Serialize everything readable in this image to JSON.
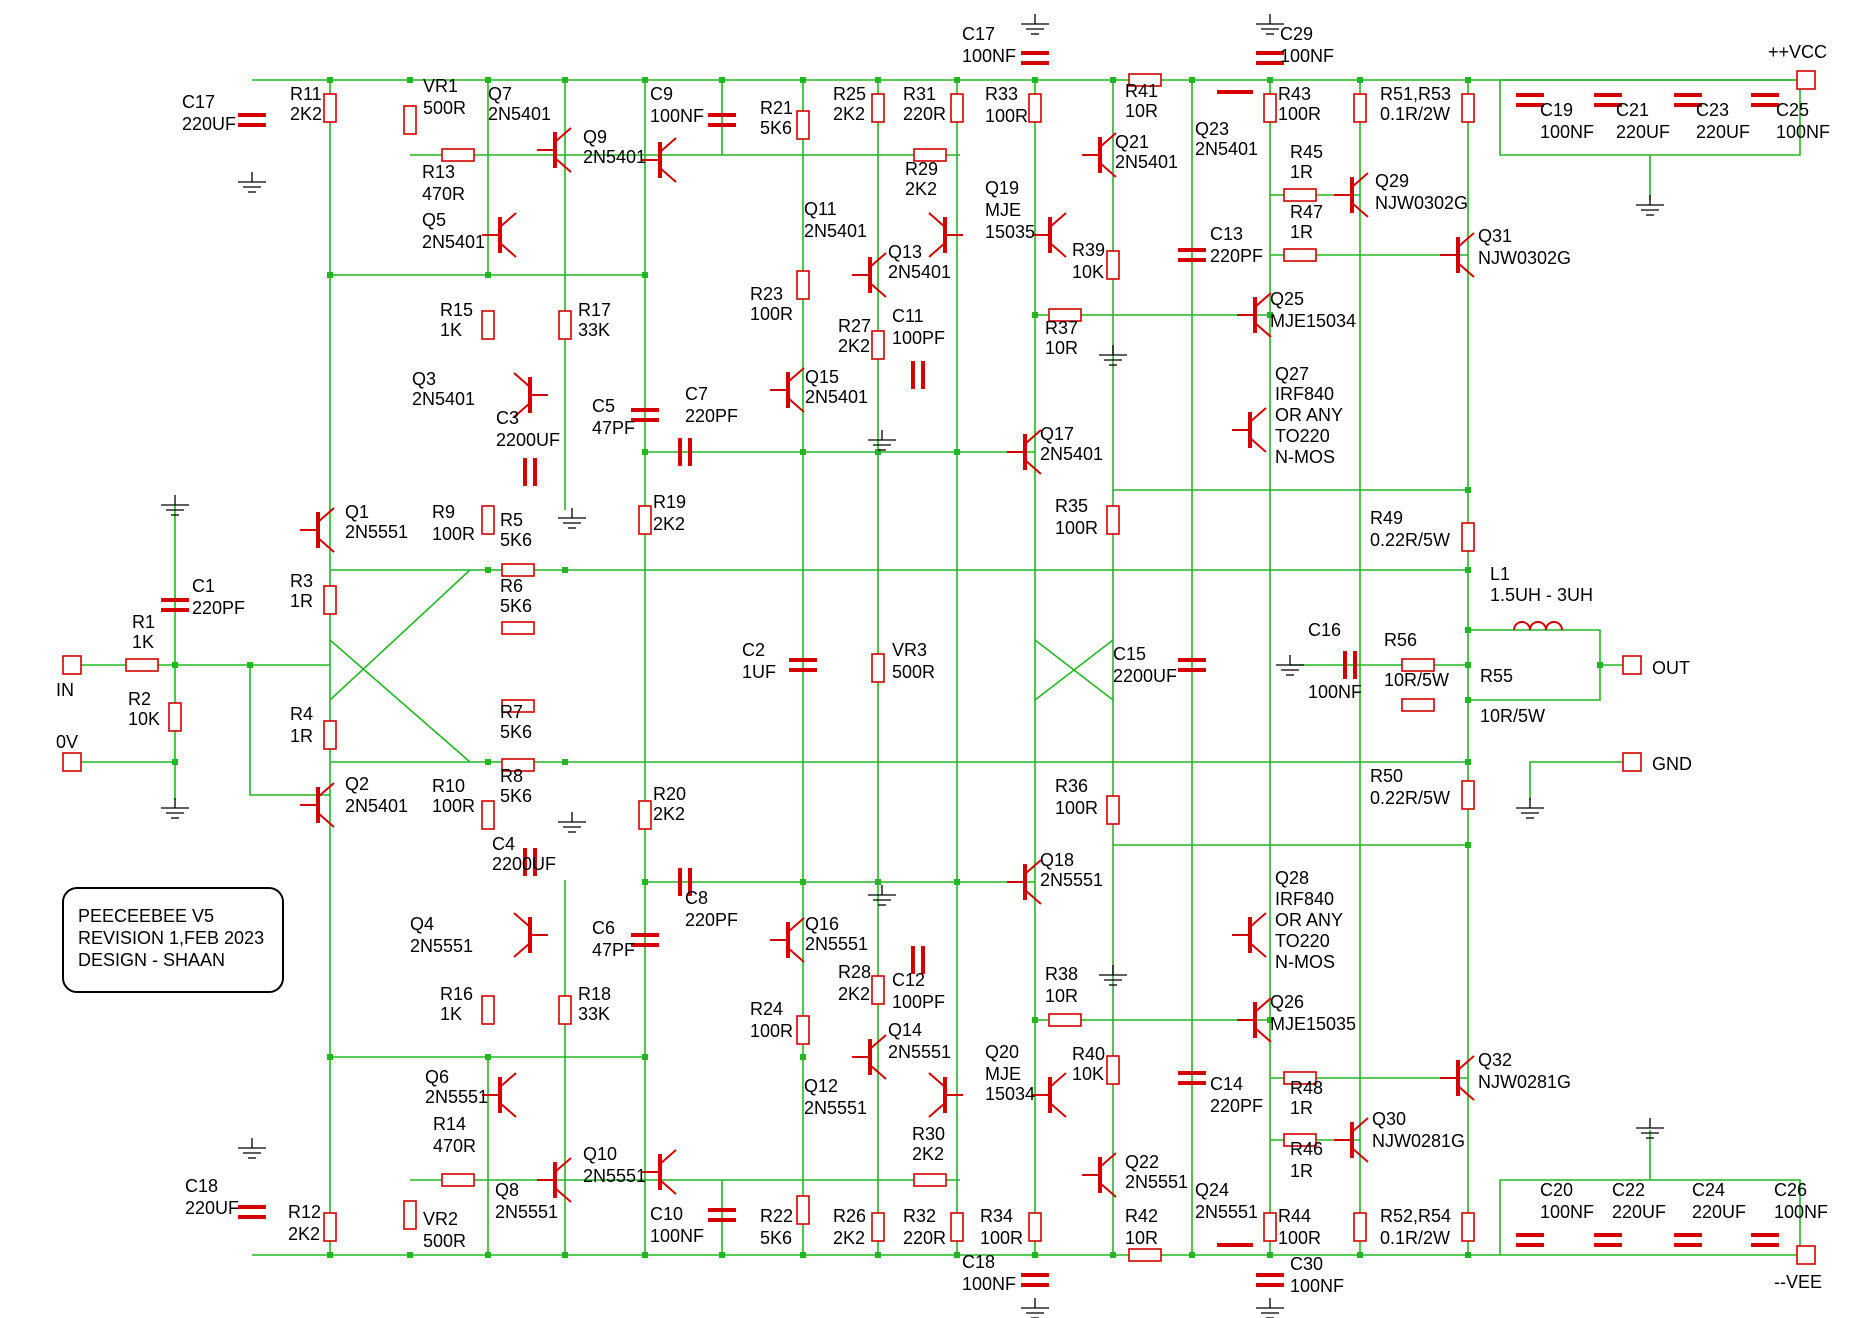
{
  "title_block": [
    "PEECEEBEE V5",
    "REVISION 1,FEB 2023",
    "DESIGN - SHAAN"
  ],
  "ports": {
    "vcc": "++VCC",
    "vee": "--VEE",
    "in": "IN",
    "zero": "0V",
    "out": "OUT",
    "gnd": "GND"
  },
  "labels": {
    "C17t": "C17",
    "C17tv": "100NF",
    "C29": "C29",
    "C29v": "100NF",
    "C17l": "C17",
    "C17lv": "220UF",
    "R11": "R11",
    "R11v": "2K2",
    "VR1": "VR1",
    "VR1v": "500R",
    "Q7": "Q7",
    "Q7v": "2N5401",
    "C9": "C9",
    "C9v": "100NF",
    "R21": "R21",
    "R21v": "5K6",
    "R25": "R25",
    "R25v": "2K2",
    "R31": "R31",
    "R31v": "220R",
    "R33": "R33",
    "R33v": "100R",
    "R41": "R41",
    "R41v": "10R",
    "R43": "R43",
    "R43v": "100R",
    "Q23": "Q23",
    "Q23v": "2N5401",
    "R51": "R51,R53",
    "R51v": "0.1R/2W",
    "C19": "C19",
    "C19v": "100NF",
    "C21": "C21",
    "C21v": "220UF",
    "C23": "C23",
    "C23v": "220UF",
    "C25": "C25",
    "C25v": "100NF",
    "R13": "R13",
    "R13v": "470R",
    "Q9": "Q9",
    "Q9v": "2N5401",
    "R29": "R29",
    "R29v": "2K2",
    "Q21": "Q21",
    "Q21v": "2N5401",
    "R45": "R45",
    "R45v": "1R",
    "Q29": "Q29",
    "Q29v": "NJW0302G",
    "Q5": "Q5",
    "Q5v": "2N5401",
    "Q11": "Q11",
    "Q11v": "2N5401",
    "Q19": "Q19",
    "Q19v": "MJE",
    "Q19v2": "15035",
    "R47": "R47",
    "R47v": "1R",
    "Q31": "Q31",
    "Q31v": "NJW0302G",
    "C13": "C13",
    "C13v": "220PF",
    "Q13": "Q13",
    "Q13v": "2N5401",
    "R39": "R39",
    "R39v": "10K",
    "R23": "R23",
    "R23v": "100R",
    "R15": "R15",
    "R15v": "1K",
    "R17": "R17",
    "R17v": "33K",
    "Q25": "Q25",
    "Q25v": "MJE15034",
    "R27": "R27",
    "R27v": "2K2",
    "C11": "C11",
    "C11v": "100PF",
    "R37": "R37",
    "R37v": "10R",
    "Q3": "Q3",
    "Q3v": "2N5401",
    "Q15": "Q15",
    "Q15v": "2N5401",
    "Q27": "Q27",
    "Q27v": "IRF840",
    "Q27v2": "OR ANY",
    "Q27v3": "TO220",
    "Q27v4": "N-MOS",
    "C3": "C3",
    "C3v": "2200UF",
    "C5": "C5",
    "C5v": "47PF",
    "C7": "C7",
    "C7v": "220PF",
    "Q17": "Q17",
    "Q17v": "2N5401",
    "R35": "R35",
    "R35v": "100R",
    "R49": "R49",
    "R49v": "0.22R/5W",
    "Q1": "Q1",
    "Q1v": "2N5551",
    "R9": "R9",
    "R9v": "100R",
    "R5": "R5",
    "R5v": "5K6",
    "R19": "R19",
    "R19v": "2K2",
    "C1": "C1",
    "C1v": "220PF",
    "R3": "R3",
    "R3v": "1R",
    "R6": "R6",
    "R6v": "5K6",
    "L1": "L1",
    "L1v": "1.5UH - 3UH",
    "R1": "R1",
    "R1v": "1K",
    "C2": "C2",
    "C2v": "1UF",
    "VR3": "VR3",
    "VR3v": "500R",
    "C16": "C16",
    "C16v": "100NF",
    "R56": "R56",
    "R56v": "10R/5W",
    "C15": "C15",
    "C15v": "2200UF",
    "R2": "R2",
    "R2v": "10K",
    "R55": "R55",
    "R55v": "10R/5W",
    "R4": "R4",
    "R4v": "1R",
    "R7": "R7",
    "R7v": "5K6",
    "R8": "R8",
    "R8v": "5K6",
    "Q2": "Q2",
    "Q2v": "2N5401",
    "R10": "R10",
    "R10v": "100R",
    "R20": "R20",
    "R20v": "2K2",
    "R36": "R36",
    "R36v": "100R",
    "R50": "R50",
    "R50v": "0.22R/5W",
    "C4": "C4",
    "C4v": "2200UF",
    "C8": "C8",
    "C8v": "220PF",
    "Q18": "Q18",
    "Q18v": "2N5551",
    "Q28": "Q28",
    "Q28v": "IRF840",
    "Q28v2": "OR ANY",
    "Q28v3": "TO220",
    "Q28v4": "N-MOS",
    "Q4": "Q4",
    "Q4v": "2N5551",
    "C6": "C6",
    "C6v": "47PF",
    "Q16": "Q16",
    "Q16v": "2N5551",
    "R28": "R28",
    "R28v": "2K2",
    "C12": "C12",
    "C12v": "100PF",
    "R38": "R38",
    "R38v": "10R",
    "R16": "R16",
    "R16v": "1K",
    "R18": "R18",
    "R18v": "33K",
    "R24": "R24",
    "R24v": "100R",
    "Q26": "Q26",
    "Q26v": "MJE15035",
    "Q14": "Q14",
    "Q14v": "2N5551",
    "Q20": "Q20",
    "Q20v": "MJE",
    "Q20v2": "15034",
    "R40": "R40",
    "R40v": "10K",
    "Q32": "Q32",
    "Q32v": "NJW0281G",
    "Q6": "Q6",
    "Q6v": "2N5551",
    "Q12": "Q12",
    "Q12v": "2N5551",
    "C14": "C14",
    "C14v": "220PF",
    "R48": "R48",
    "R48v": "1R",
    "R14": "R14",
    "R14v": "470R",
    "R30": "R30",
    "R30v": "2K2",
    "Q30": "Q30",
    "Q30v": "NJW0281G",
    "Q10": "Q10",
    "Q10v": "2N5551",
    "Q22": "Q22",
    "Q22v": "2N5551",
    "R46": "R46",
    "R46v": "1R",
    "C18l": "C18",
    "C18lv": "220UF",
    "Q8": "Q8",
    "Q8v": "2N5551",
    "Q24": "Q24",
    "Q24v": "2N5551",
    "C20": "C20",
    "C20v": "100NF",
    "C22": "C22",
    "C22v": "220UF",
    "C24": "C24",
    "C24v": "220UF",
    "C26": "C26",
    "C26v": "100NF",
    "R12": "R12",
    "R12v": "2K2",
    "VR2": "VR2",
    "VR2v": "500R",
    "C10": "C10",
    "C10v": "100NF",
    "R22": "R22",
    "R22v": "5K6",
    "R26": "R26",
    "R26v": "2K2",
    "R32": "R32",
    "R32v": "220R",
    "R34": "R34",
    "R34v": "100R",
    "R42": "R42",
    "R42v": "10R",
    "R44": "R44",
    "R44v": "100R",
    "R52": "R52,R54",
    "R52v": "0.1R/2W",
    "C18b": "C18",
    "C18bv": "100NF",
    "C30": "C30",
    "C30v": "100NF"
  },
  "colors": {
    "wire": "#22b722",
    "component": "#d40000",
    "ground": "#000000"
  }
}
